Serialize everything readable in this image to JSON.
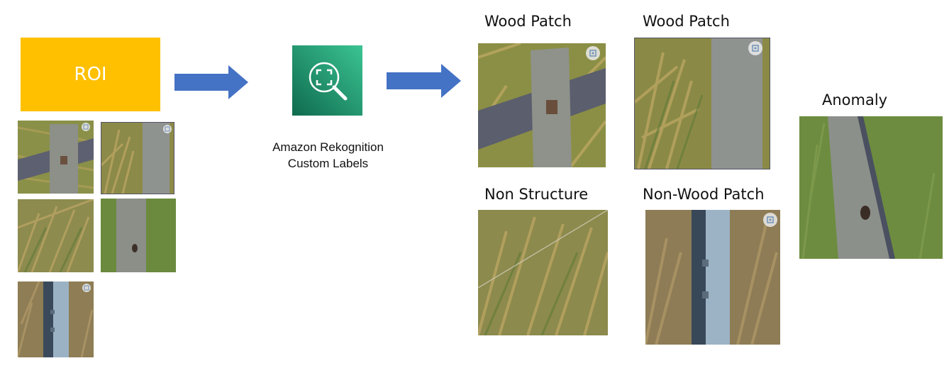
{
  "roi": {
    "label": "ROI",
    "color": "#ffc000"
  },
  "arrow_color": "#4472c4",
  "service": {
    "name_line1": "Amazon Rekognition",
    "name_line2": "Custom Labels",
    "icon": "rekognition-icon",
    "gradient": [
      "#0f6a4e",
      "#3bc493"
    ]
  },
  "categories": {
    "wood_patch_1": "Wood Patch",
    "wood_patch_2": "Wood Patch",
    "non_structure": "Non Structure",
    "non_wood_patch": "Non-Wood Patch",
    "anomaly": "Anomaly"
  },
  "badge_icon": "focus-scan-icon"
}
